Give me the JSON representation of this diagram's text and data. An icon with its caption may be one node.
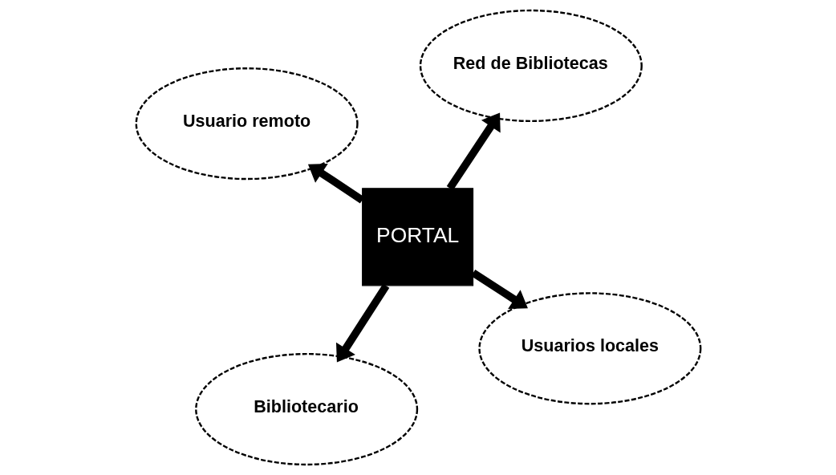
{
  "diagram": {
    "nodes": [
      {
        "text": [
          "PORTAL"
        ]
      },
      {
        "text": [
          "Usuarios locales"
        ]
      },
      {
        "text": [
          "Bibliotecario"
        ]
      },
      {
        "text": [
          "Usuario remoto"
        ]
      },
      {
        "text": [
          "Red de Bibliotecas"
        ]
      }
    ],
    "edges": [
      {
        "from": 0,
        "to": 1,
        "arrow": "to"
      },
      {
        "from": 0,
        "to": 2,
        "arrow": "to"
      },
      {
        "from": 0,
        "to": 3,
        "arrow": "to"
      },
      {
        "from": 0,
        "to": 4,
        "arrow": "to"
      }
    ]
  }
}
